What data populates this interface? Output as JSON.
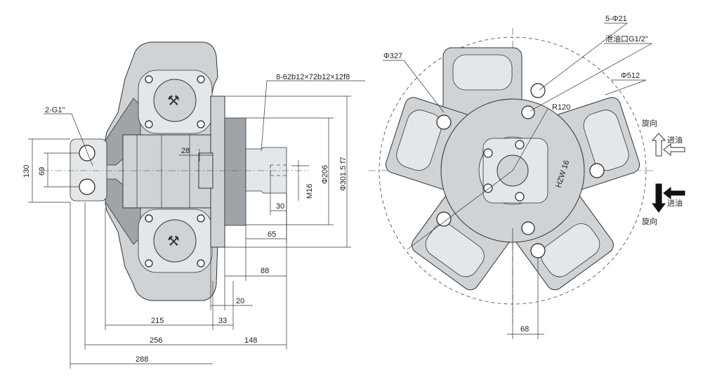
{
  "side_view": {
    "labels": {
      "spline": "8-62b12×72b12×12f8",
      "port": "2-G1\"",
      "h130": "130",
      "h69": "69",
      "d28": "28",
      "m16": "M16",
      "d206": "Φ206",
      "d301": "Φ301.5 f7",
      "d30": "30",
      "d65": "65",
      "d88": "88",
      "d20": "20",
      "d215": "215",
      "d33": "33",
      "d256": "256",
      "d148": "148",
      "d288": "288"
    }
  },
  "front_view": {
    "labels": {
      "holes": "5-Φ21",
      "drain": "泄油口G1/2\"",
      "d327": "Φ327",
      "d512": "Φ512",
      "r120": "R120",
      "d68": "68",
      "model": "HZW 16"
    },
    "flow": {
      "rotation_top": "旋向",
      "inlet_top": "进油",
      "inlet_bottom": "进油",
      "rotation_bottom": "旋向"
    }
  }
}
